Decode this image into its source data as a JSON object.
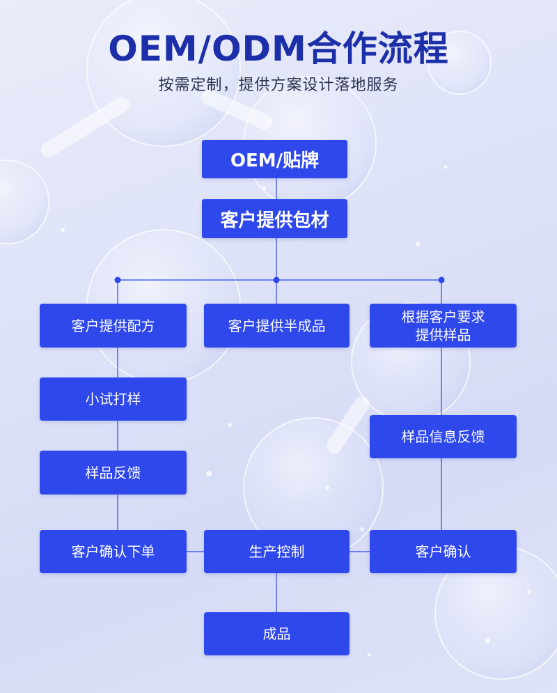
{
  "header": {
    "title": "OEM/ODM合作流程",
    "subtitle": "按需定制，提供方案设计落地服务"
  },
  "flow": {
    "oem": "OEM/贴牌",
    "client_packaging": "客户提供包材",
    "branch_formula": "客户提供配方",
    "branch_semi": "客户提供半成品",
    "branch_sample_line1": "根据客户要求",
    "branch_sample_line2": "提供样品",
    "trial_sample": "小试打样",
    "sample_feedback": "样品反馈",
    "sample_info_feedback": "样品信息反馈",
    "client_confirm_order": "客户确认下单",
    "production_control": "生产控制",
    "client_confirm": "客户确认",
    "finished_product": "成品"
  },
  "colors": {
    "title": "#1c2fa8",
    "box": "#2f48ec",
    "connector": "#2f48ec"
  }
}
